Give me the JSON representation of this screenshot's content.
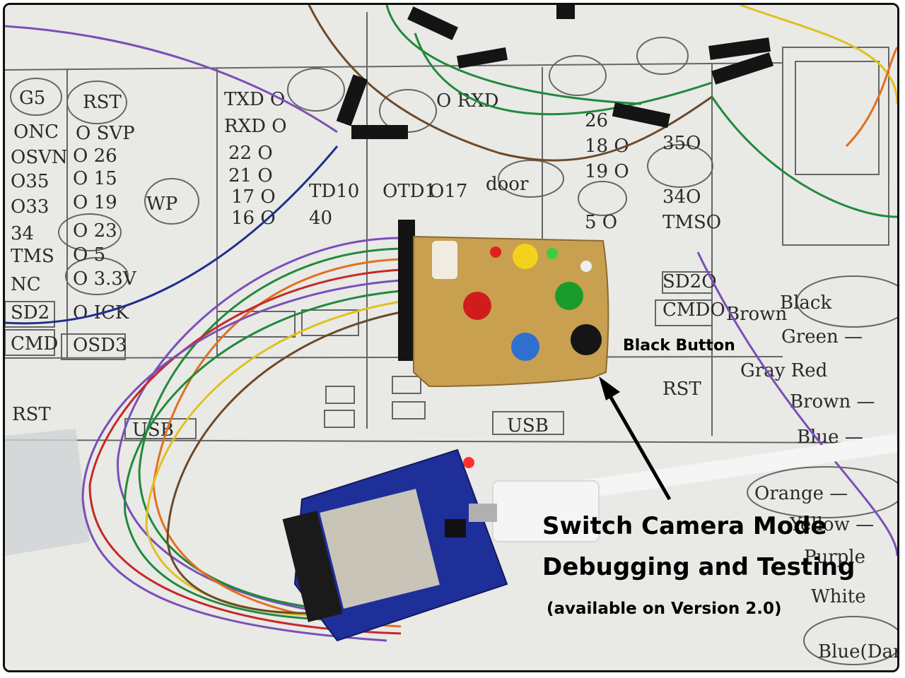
{
  "callouts": {
    "black_button": "Black Button",
    "title_line1": "Switch Camera Mode",
    "title_line2": "Debugging and Testing",
    "note": "(available on Version 2.0)"
  },
  "colors": {
    "background": "#e9e9e6",
    "pcb": "#c8a050",
    "board": "#1e2f9a",
    "wire_purple": "#7a4fb8",
    "wire_green": "#1f8a3a",
    "wire_orange": "#e07020",
    "wire_red": "#c62828",
    "wire_yellow": "#e0c020",
    "wire_brown": "#6b4a2a",
    "button_white": "#f1ece2",
    "button_red": "#d11c1c",
    "button_yellow": "#f2d21c",
    "button_green": "#1a9c2c",
    "button_blue": "#2f6fd0",
    "button_black": "#151515",
    "usb_cable": "#f5f5f5",
    "arrow": "#000000"
  }
}
